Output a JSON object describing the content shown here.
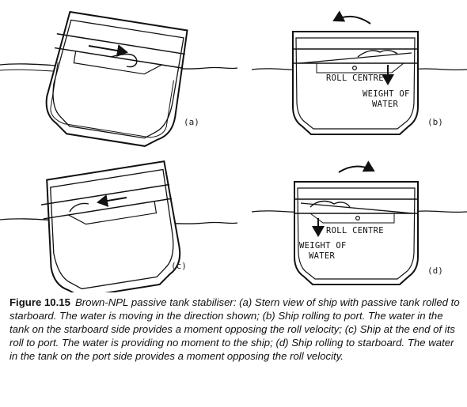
{
  "figure": {
    "panels": [
      {
        "id": "a",
        "label": "(a)"
      },
      {
        "id": "b",
        "label": "(b)",
        "roll_centre": "ROLL CENTRE",
        "weight_line1": "WEIGHT OF",
        "weight_line2": "WATER"
      },
      {
        "id": "c",
        "label": "(c)"
      },
      {
        "id": "d",
        "label": "(d)",
        "roll_centre": "ROLL CENTRE",
        "weight_line1": "WEIGHT OF",
        "weight_line2": "WATER"
      }
    ]
  },
  "caption": {
    "label": "Figure 10.15",
    "text": "Brown-NPL passive tank stabiliser: (a) Stern view of ship with passive tank rolled to starboard. The water is moving in the direction shown; (b) Ship rolling to port. The water in the tank on the starboard side provides a moment opposing the roll velocity; (c) Ship at the end of its roll to port. The water is providing no moment to the ship; (d) Ship rolling to starboard. The water in the tank on the port side provides a moment opposing the roll velocity."
  }
}
